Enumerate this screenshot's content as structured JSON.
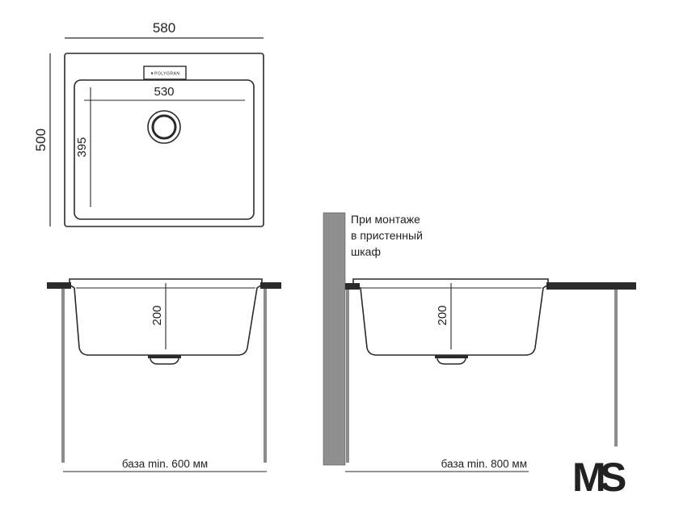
{
  "top_view": {
    "width_label": "580",
    "height_label": "500",
    "bowl_width_label": "530",
    "bowl_depth_label": "395",
    "brand_mark": "▼POLYGRAN"
  },
  "front_view": {
    "depth_label": "200",
    "base_label": "база min. 600 мм"
  },
  "side_view": {
    "note_lines": [
      "При монтаже",
      "в пристенный",
      "шкаф"
    ],
    "depth_label": "200",
    "base_label": "база min. 800 мм"
  },
  "logo": {
    "letter_m": "M",
    "letter_s": "S",
    "color_m": "#c9c9c9",
    "color_s": "#1c1c1c"
  },
  "colors": {
    "line": "#2a2a2a",
    "counter": "#2b2b2b",
    "leg": "#8c8c8c",
    "wall": "#8f8f8f"
  }
}
